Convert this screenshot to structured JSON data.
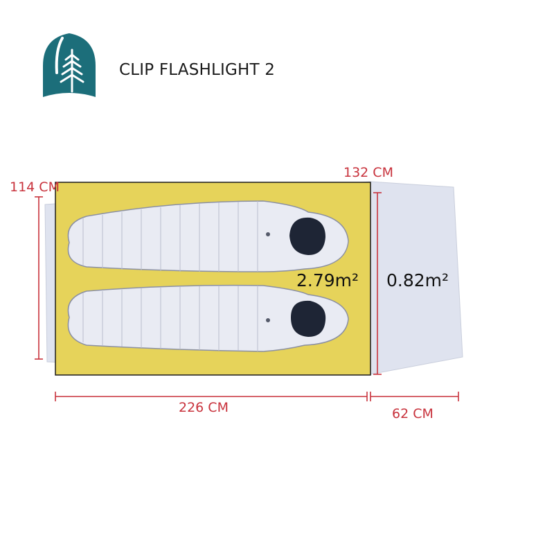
{
  "product": {
    "title": "CLIP FLASHLIGHT 2"
  },
  "logo": {
    "icon": "tree-icon",
    "color": "#1c6e7a"
  },
  "dimensions": {
    "height": "114 CM",
    "width_top": "132 CM",
    "length": "226 CM",
    "vestibule_depth": "62 CM"
  },
  "areas": {
    "floor": "2.79m²",
    "vestibule": "0.82m²"
  },
  "colors": {
    "floor": "#e6d35a",
    "tent_body": "#dfe3ef",
    "measure_lines": "#c8323c",
    "measure_text": "#c8323c",
    "bag": "#e9ebf3",
    "bag_opening": "#1e2535"
  }
}
